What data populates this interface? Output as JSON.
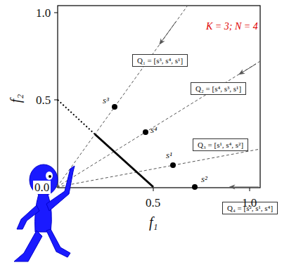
{
  "diagram": {
    "nodes": [
      {
        "text": [
          "Q₁ = [s³, s⁴, s¹]"
        ]
      },
      {
        "text": [
          "Q₂ = [s⁴, s³, s¹]"
        ]
      },
      {
        "text": [
          "Q₃ = [s¹, s⁴, s²]"
        ]
      },
      {
        "text": [
          "Q₄ = [s², s¹, s⁴]"
        ]
      }
    ],
    "labels": [
      "K = 3; N = 4",
      "1.0",
      "0.5",
      "0.0",
      "0.5",
      "1.0",
      "f₂",
      "f₁",
      "s³",
      "s⁴",
      "s¹",
      "s²"
    ]
  }
}
